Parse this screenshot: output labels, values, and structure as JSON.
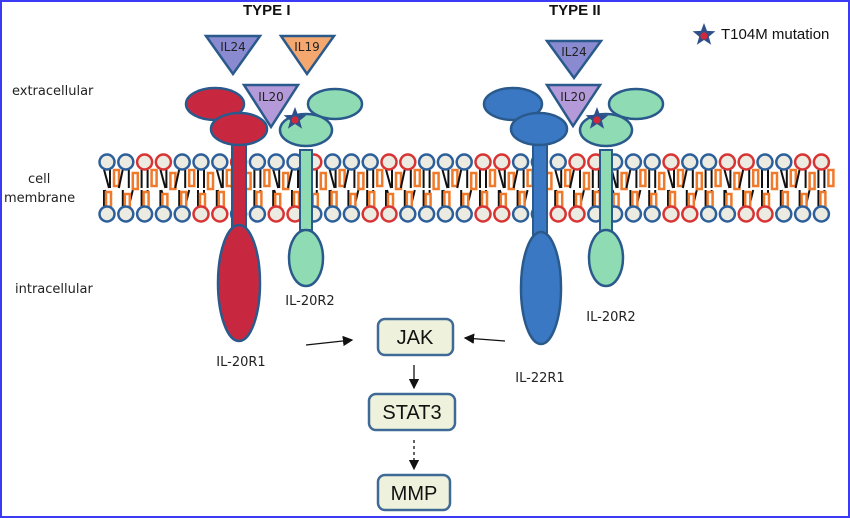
{
  "titles": {
    "type1": "TYPE I",
    "type2": "TYPE II"
  },
  "legend": {
    "icon": "star-icon",
    "label": "T104M mutation"
  },
  "regions": {
    "extracellular": "extracellular",
    "membrane_line1": "cell",
    "membrane_line2": "membrane",
    "intracellular": "intracellular"
  },
  "ligands": {
    "type1": [
      "IL24",
      "IL19",
      "IL20"
    ],
    "type2": [
      "IL24",
      "IL20"
    ]
  },
  "receptors": {
    "type1_r1": "IL-20R1",
    "type1_r2": "IL-20R2",
    "type2_r1": "IL-22R1",
    "type2_r2": "IL-20R2"
  },
  "pathway": {
    "jak": "JAK",
    "stat3": "STAT3",
    "mmp": "MMP"
  },
  "colors": {
    "il20r1": "#c8283f",
    "il22r1": "#3a78c3",
    "il20r2": "#8fdcb4",
    "outline": "#2a5a8c",
    "il24": "#8a8ad0",
    "il19": "#f4a870",
    "il20": "#b49ad8",
    "mutation_star_outer": "#2e4f8a",
    "mutation_star_inner": "#d3283a",
    "head_blue": "#2d5f9a",
    "head_red": "#d83434",
    "tail_orange": "#ef7a2c",
    "box_fill": "#eef2dc",
    "box_stroke": "#3f6a96",
    "frame": "#3b3bf5"
  }
}
